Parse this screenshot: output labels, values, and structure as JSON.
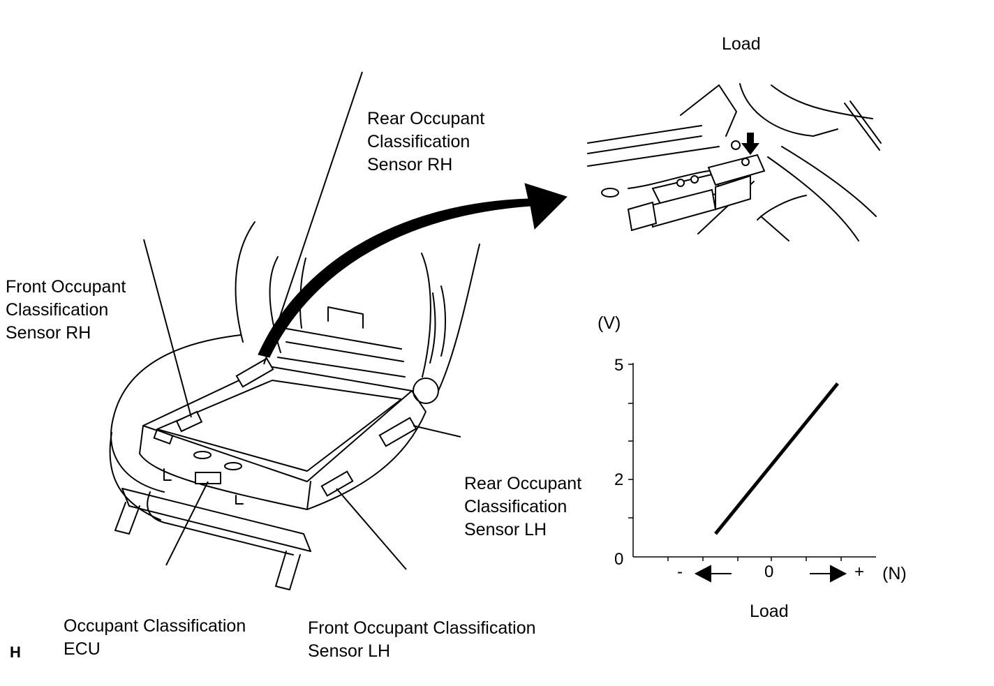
{
  "labels": {
    "rear_rh": [
      "Rear Occupant",
      "Classification",
      "Sensor RH"
    ],
    "front_rh": [
      "Front Occupant",
      "Classification",
      "Sensor RH"
    ],
    "rear_lh": [
      "Rear Occupant",
      "Classification",
      "Sensor LH"
    ],
    "ecu": [
      "Occupant Classification",
      "ECU"
    ],
    "front_lh": [
      "Front Occupant Classification",
      "Sensor LH"
    ]
  },
  "detail": {
    "load_label": "Load"
  },
  "chart_data": {
    "type": "line",
    "ylabel": "(V)",
    "xlabel": "Load",
    "x_unit": "(N)",
    "y_ticks": [
      "5",
      "2",
      "0"
    ],
    "x_ticks": [
      "-",
      "0",
      "+"
    ],
    "ylim": [
      0,
      5
    ],
    "series": [
      {
        "points": [
          [
            -1.6,
            0.6
          ],
          [
            1.9,
            4.5
          ]
        ]
      }
    ]
  },
  "corner_mark": "H"
}
